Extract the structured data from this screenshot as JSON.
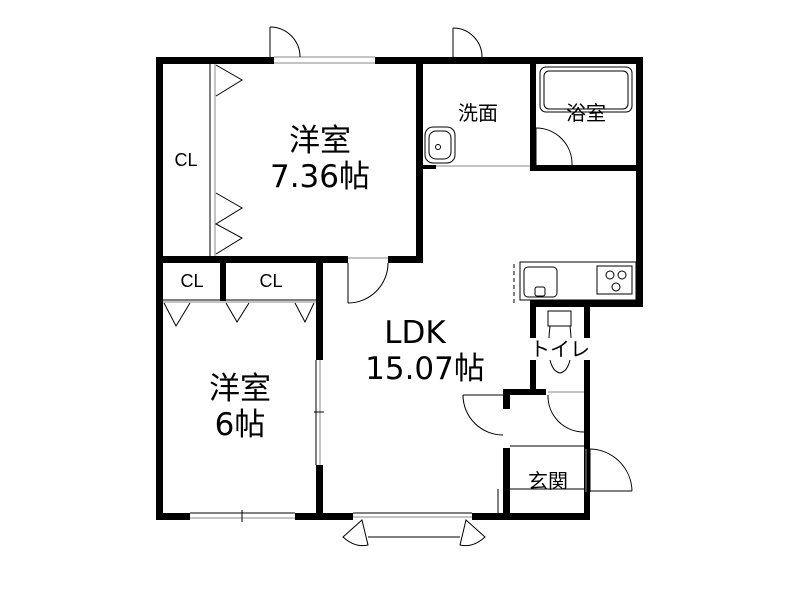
{
  "floor_plan": {
    "rooms": [
      {
        "id": "western-room-1",
        "name": "洋室",
        "size": "7.36帖"
      },
      {
        "id": "western-room-2",
        "name": "洋室",
        "size": "6帖"
      },
      {
        "id": "ldk",
        "name": "LDK",
        "size": "15.07帖"
      },
      {
        "id": "washroom",
        "name": "洗面"
      },
      {
        "id": "bathroom",
        "name": "浴室"
      },
      {
        "id": "toilet",
        "name": "トイレ"
      },
      {
        "id": "entrance",
        "name": "玄関"
      }
    ],
    "closets": [
      {
        "id": "closet-room1",
        "label": "CL"
      },
      {
        "id": "closet-room2-left",
        "label": "CL"
      },
      {
        "id": "closet-room2-right",
        "label": "CL"
      }
    ],
    "colors": {
      "wall": "#000000",
      "fixture": "#000000",
      "background": "#ffffff",
      "glass": "#888888"
    }
  }
}
